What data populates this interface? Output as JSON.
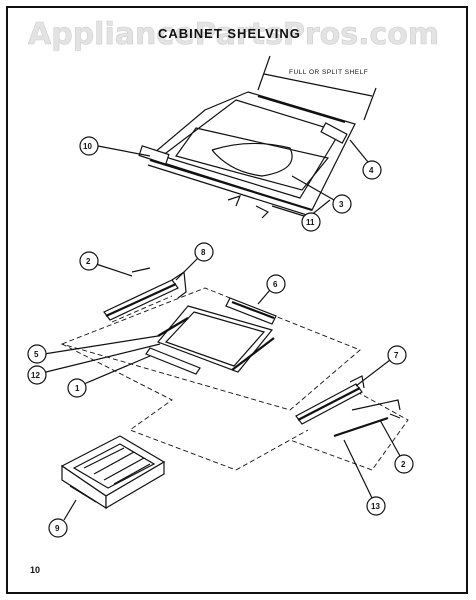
{
  "watermark": "AppliancePartsPros.com",
  "title": "CABINET SHELVING",
  "dimension_label": "FULL OR SPLIT SHELF",
  "page_number": "10",
  "callouts": {
    "c10": "10",
    "c4": "4",
    "c3": "3",
    "c11": "11",
    "c2a": "2",
    "c8": "8",
    "c6": "6",
    "c5": "5",
    "c12": "12",
    "c1": "1",
    "c7": "7",
    "c2b": "2",
    "c13": "13",
    "c9": "9"
  }
}
